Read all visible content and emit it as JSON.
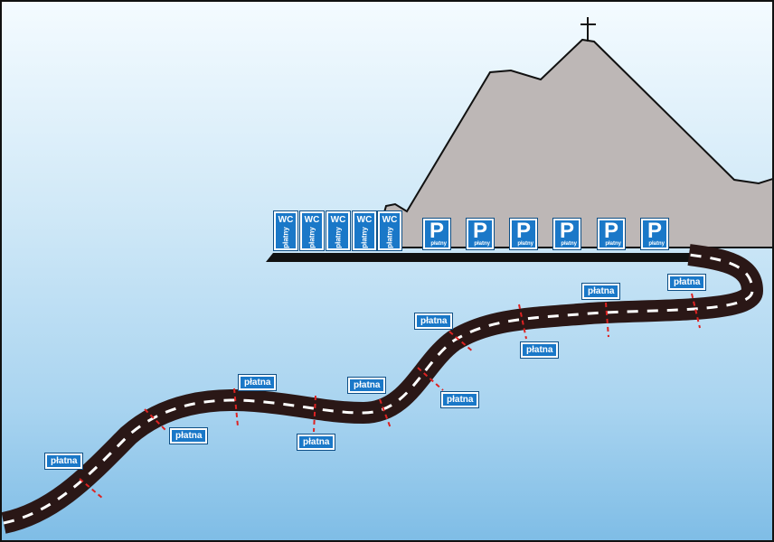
{
  "signs": {
    "wc_title": "WC",
    "wc_sub": "płatny",
    "parking_title": "P",
    "parking_sub": "płatny"
  },
  "toll_label": "płatna"
}
